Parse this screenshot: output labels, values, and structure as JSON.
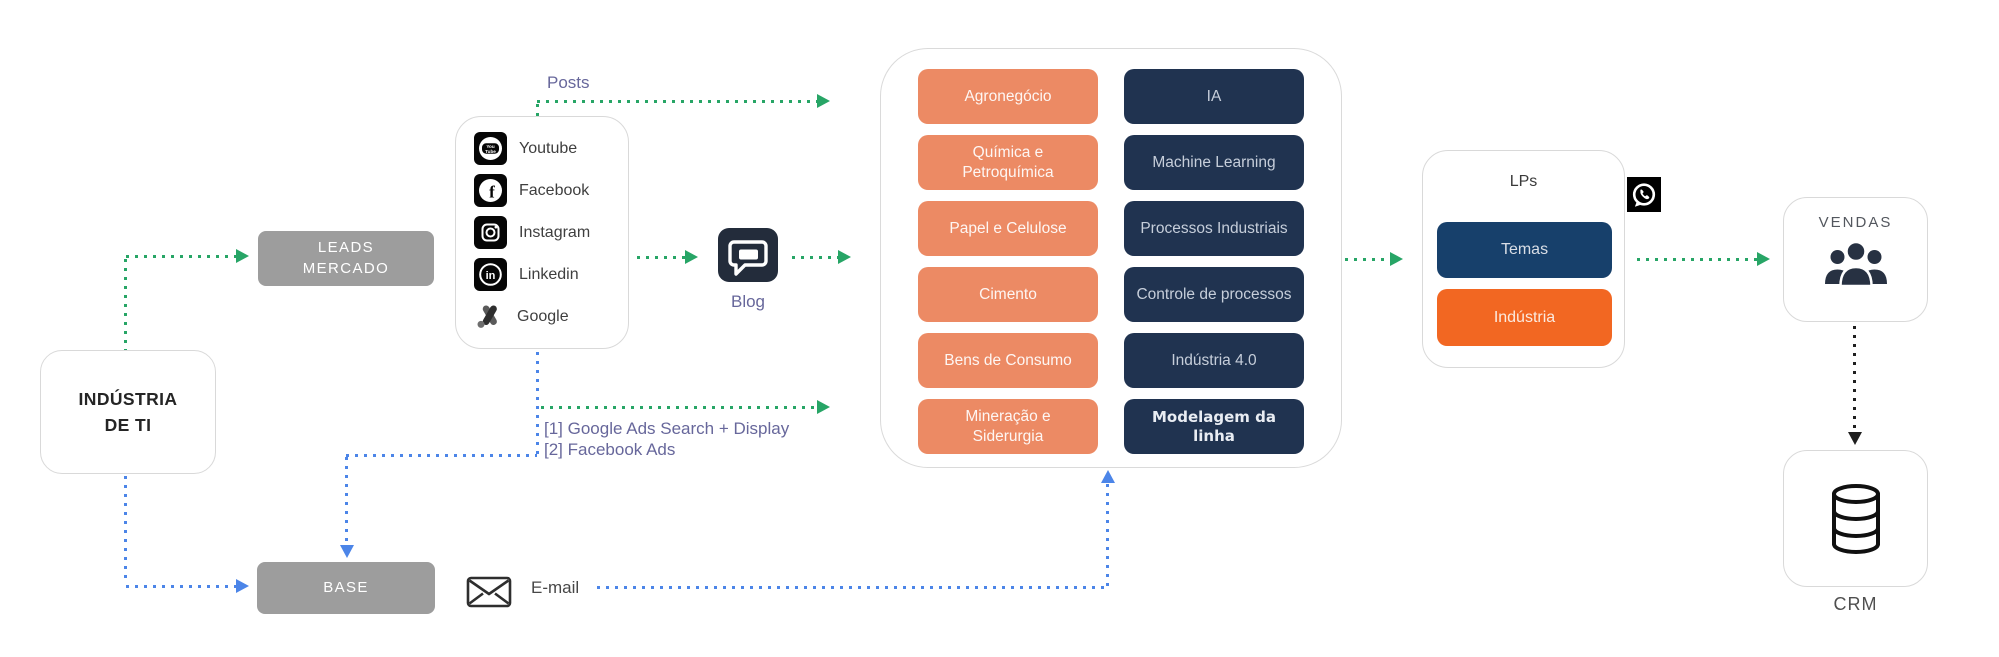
{
  "industria": {
    "line1": "INDÚSTRIA",
    "line2": "DE TI"
  },
  "leads": {
    "line1": "LEADS",
    "line2": "MERCADO"
  },
  "base": {
    "label": "BASE"
  },
  "social": {
    "channels": [
      {
        "label": "Youtube",
        "icon": "youtube-logo"
      },
      {
        "label": "Facebook",
        "icon": "facebook-logo"
      },
      {
        "label": "Instagram",
        "icon": "instagram-logo"
      },
      {
        "label": "Linkedin",
        "icon": "linkedin-logo"
      },
      {
        "label": "Google",
        "icon": "google-ads-logo"
      }
    ]
  },
  "posts_label": "Posts",
  "blog_label": "Blog",
  "segments": {
    "industries": [
      "Agronegócio",
      "Química e Petroquímica",
      "Papel e Celulose",
      "Cimento",
      "Bens de Consumo",
      "Mineração e Siderurgia"
    ],
    "topics": [
      "IA",
      "Machine Learning",
      "Processos Industriais",
      "Controle de processos",
      "Indústria 4.0",
      "Modelagem da linha"
    ]
  },
  "ads_note": {
    "line1": "[1] Google Ads Search + Display",
    "line2": "[2] Facebook Ads"
  },
  "email_label": "E-mail",
  "lps": {
    "title": "LPs",
    "temas": "Temas",
    "industria": "Indústria"
  },
  "vendas": {
    "label": "VENDAS"
  },
  "crm": {
    "label": "CRM"
  },
  "icons": {
    "blog": "chat-bubble",
    "whatsapp": "whatsapp-logo",
    "vendas": "people-group",
    "crm": "database",
    "email": "envelope"
  },
  "colors": {
    "industry_chip": "#EC8A64",
    "topic_chip": "#203350",
    "temas_button": "#17406B",
    "industria_button": "#F26722",
    "gray_node": "#9D9D9D",
    "green_flow": "#27A566",
    "blue_flow": "#4C85E8",
    "black_flow": "#1F1F1F",
    "annotation": "#67679B"
  }
}
